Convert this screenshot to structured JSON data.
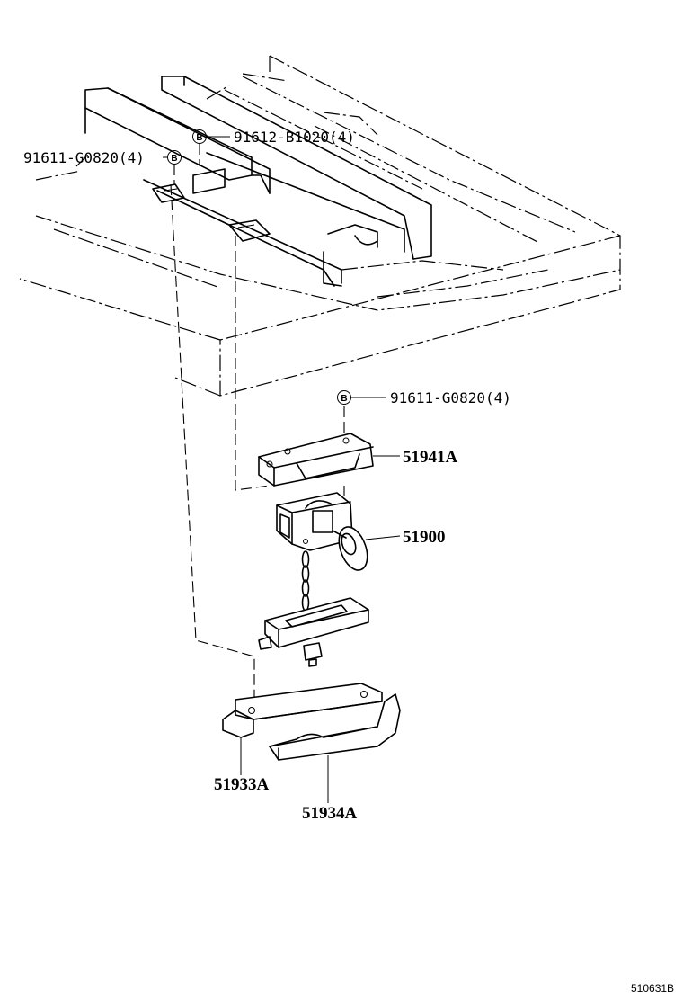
{
  "callouts": {
    "bolt_symbol": "B",
    "bolt_top_center": "91612-B1020(4)",
    "bolt_top_left": "91611-G0820(4)",
    "bolt_bracket": "91611-G0820(4)",
    "bracket": "51941A",
    "carrier": "51900",
    "hanger_left": "51933A",
    "hanger_right": "51934A"
  },
  "figure_code": "510631B"
}
